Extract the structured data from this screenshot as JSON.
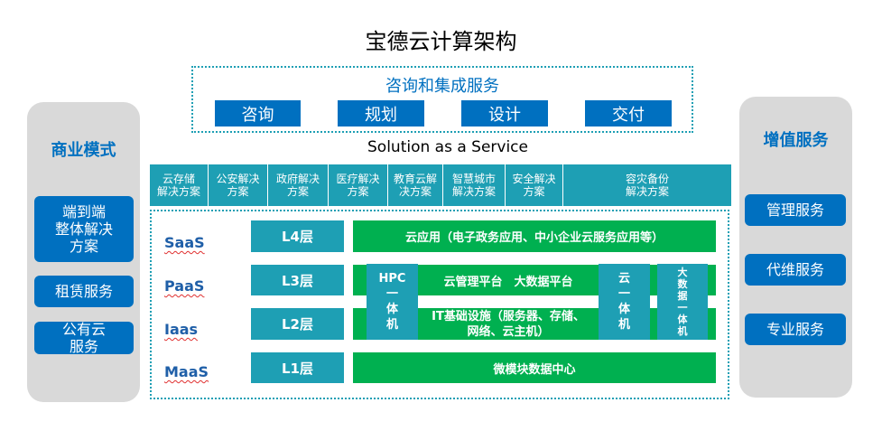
{
  "title": "宝德云计算架构",
  "consulting": {
    "title": "咨询和集成服务",
    "buttons": [
      "咨询",
      "规划",
      "设计",
      "交付"
    ]
  },
  "solution_label": "Solution as  a Service",
  "solutions": [
    "云存储\n解决方案",
    "公安解决\n方案",
    "政府解决\n方案",
    "医疗解决\n方案",
    "教育云解\n决方案",
    "智慧城市\n解决方案",
    "安全解决\n方案",
    "容灾备份\n解决方案"
  ],
  "left": {
    "title": "商业模式",
    "items": [
      "端到端\n整体解决\n方案",
      "租赁服务",
      "公有云\n服务"
    ]
  },
  "right": {
    "title": "增值服务",
    "items": [
      "管理服务",
      "代维服务",
      "专业服务"
    ]
  },
  "layers": [
    {
      "name": "SaaS",
      "level": "L4层",
      "content": "云应用（电子政务应用、中小企业云服务应用等）"
    },
    {
      "name": "PaaS",
      "level": "L3层",
      "content": "云管理平台　大数据平台"
    },
    {
      "name": "Iaas",
      "level": "L2层",
      "content": "IT基础设施（服务器、存储、\n网络、云主机）"
    },
    {
      "name": "MaaS",
      "level": "L1层",
      "content": "微模块数据中心"
    }
  ],
  "appliances": {
    "hpc": "HPC\n一\n体\n机",
    "cloud": "云\n一\n体\n机",
    "bigdata": "大\n数\n据\n一\n体\n机"
  },
  "colors": {
    "blue": "#0070c0",
    "teal": "#1e9fb4",
    "green": "#00b050",
    "panel": "#d9d9d9"
  }
}
